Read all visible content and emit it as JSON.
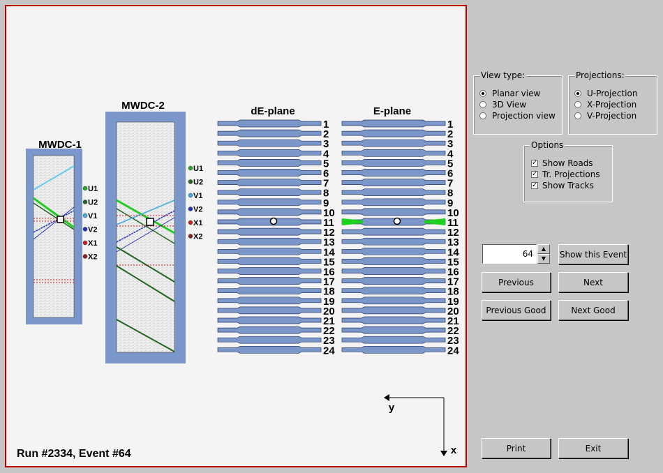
{
  "canvas": {
    "run_event_label": "Run #2334, Event #64",
    "mwdc1_label": "MWDC-1",
    "mwdc2_label": "MWDC-2",
    "de_plane_label": "dE-plane",
    "e_plane_label": "E-plane",
    "wire_labels": [
      "U1",
      "U2",
      "V1",
      "V2",
      "X1",
      "X2"
    ],
    "wire_colors": {
      "U1": "#22aa22",
      "U2": "#226622",
      "V1": "#44aadd",
      "V2": "#2233bb",
      "X1": "#cc2222",
      "X2": "#882222"
    },
    "strip_numbers": [
      "1",
      "2",
      "3",
      "4",
      "5",
      "6",
      "7",
      "8",
      "9",
      "10",
      "11",
      "12",
      "13",
      "14",
      "15",
      "16",
      "17",
      "18",
      "19",
      "20",
      "21",
      "22",
      "23",
      "24"
    ],
    "hit_strip_e": 11,
    "axis_y_label": "y",
    "axis_x_label": "x",
    "colors": {
      "detector_frame": "#7b96c8",
      "hit": "#20d020",
      "frame_border": "#c00000"
    }
  },
  "view_type": {
    "title": "View type:",
    "options": [
      "Planar view",
      "3D View",
      "Projection view"
    ],
    "selected": "Planar view"
  },
  "projections": {
    "title": "Projections:",
    "options": [
      "U-Projection",
      "X-Projection",
      "V-Projection"
    ],
    "selected": "U-Projection"
  },
  "options_group": {
    "title": "Options",
    "items": [
      {
        "label": "Show Roads",
        "checked": true
      },
      {
        "label": "Tr. Projections",
        "checked": true
      },
      {
        "label": "Show Tracks",
        "checked": true
      }
    ]
  },
  "event_nav": {
    "event_number": "64",
    "show_event_label": "Show this Event",
    "previous_label": "Previous",
    "next_label": "Next",
    "previous_good_label": "Previous Good",
    "next_good_label": "Next Good"
  },
  "footer_buttons": {
    "print_label": "Print",
    "exit_label": "Exit"
  }
}
